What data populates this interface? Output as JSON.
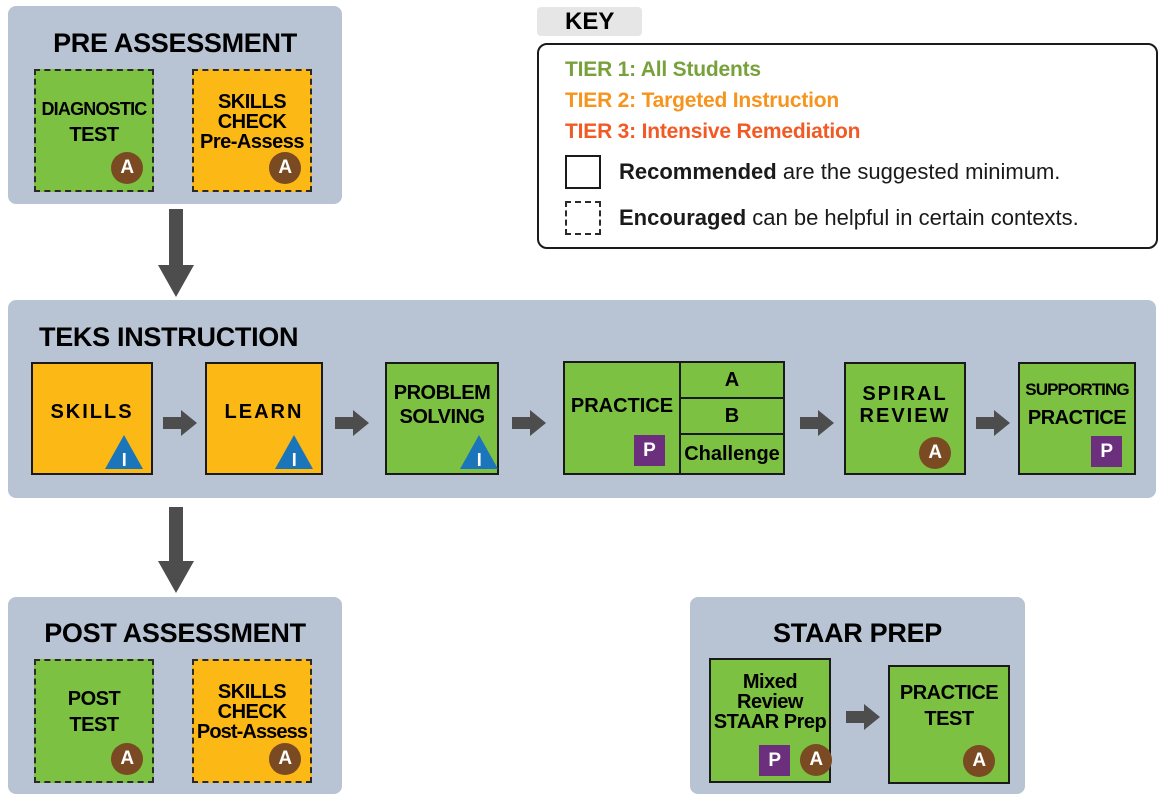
{
  "key": {
    "title": "KEY",
    "tier1": "TIER 1: All Students",
    "tier2": "TIER 2: Targeted Instruction",
    "tier3": "TIER 3: Intensive Remediation",
    "recommended_bold": "Recommended",
    "recommended_rest": " are the suggested minimum.",
    "encouraged_bold": "Encouraged",
    "encouraged_rest": " can be helpful in certain contexts.",
    "colors": {
      "tier1": "#78a13c",
      "tier2": "#f7941d",
      "tier3": "#f15a24"
    }
  },
  "pre_assessment": {
    "title": "PRE ASSESSMENT",
    "diagnostic_line1": "DIAGNOSTIC",
    "diagnostic_line2": "TEST",
    "skills_line1": "SKILLS",
    "skills_line2": "CHECK",
    "skills_line3": "Pre-Assess",
    "badge": "A"
  },
  "teks": {
    "title": "TEKS INSTRUCTION",
    "skills": "SKILLS",
    "learn": "LEARN",
    "problem_line1": "PROBLEM",
    "problem_line2": "SOLVING",
    "practice": "PRACTICE",
    "practice_a": "A",
    "practice_b": "B",
    "practice_challenge": "Challenge",
    "spiral_line1": "SPIRAL",
    "spiral_line2": "REVIEW",
    "supporting_line1": "SUPPORTING",
    "supporting_line2": "PRACTICE",
    "badge_i": "I",
    "badge_p": "P",
    "badge_a": "A"
  },
  "post_assessment": {
    "title": "POST ASSESSMENT",
    "post_line1": "POST",
    "post_line2": "TEST",
    "skills_line1": "SKILLS",
    "skills_line2": "CHECK",
    "skills_line3": "Post-Assess",
    "badge": "A"
  },
  "staar": {
    "title": "STAAR PREP",
    "mixed_line1": "Mixed",
    "mixed_line2": "Review",
    "mixed_line3": "STAAR Prep",
    "practice_line1": "PRACTICE",
    "practice_line2": "TEST",
    "badge_p": "P",
    "badge_a": "A"
  },
  "colors": {
    "panel": "#b8c4d4",
    "green": "#7dc142",
    "orange": "#fcb814",
    "badge_a": "#7a4a22",
    "badge_p": "#6c2f7e",
    "badge_i": "#1b75bb",
    "arrow": "#4d4d4d"
  }
}
